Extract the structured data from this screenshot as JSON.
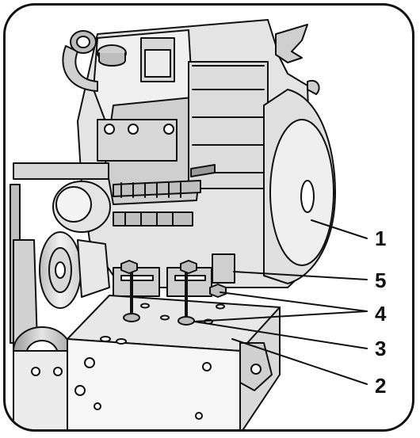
{
  "callouts": [
    {
      "id": "callout-1",
      "label": "1"
    },
    {
      "id": "callout-5",
      "label": "5"
    },
    {
      "id": "callout-4",
      "label": "4"
    },
    {
      "id": "callout-3",
      "label": "3"
    },
    {
      "id": "callout-2",
      "label": "2"
    }
  ],
  "colors": {
    "line": "#111111",
    "shade_light": "#e4e4e4",
    "shade_mid": "#c8c8c8",
    "shade_dark": "#9a9a9a",
    "frame": "#111111"
  }
}
